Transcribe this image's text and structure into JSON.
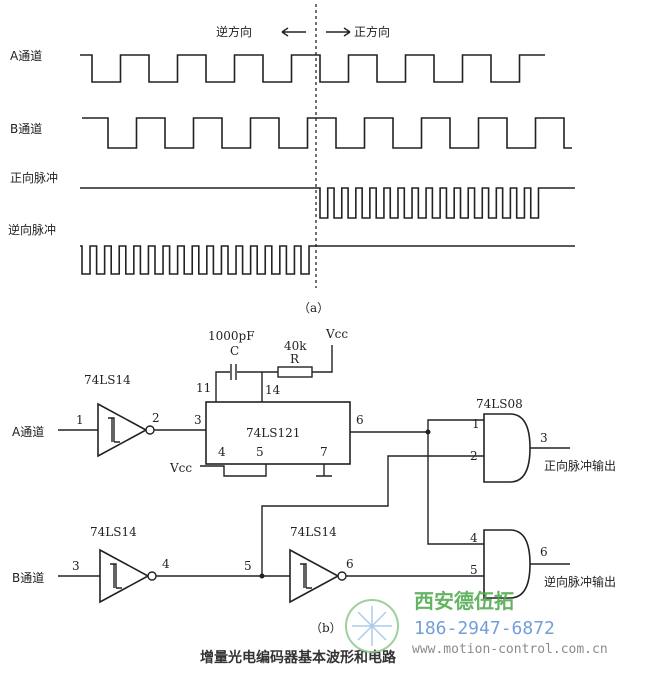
{
  "part_a": {
    "label": "（a）",
    "direction_reverse": "逆方向",
    "direction_forward": "正方向",
    "rows": [
      {
        "label": "A通道"
      },
      {
        "label": "B通道"
      },
      {
        "label": "正向脉冲"
      },
      {
        "label": "逆向脉冲"
      }
    ]
  },
  "part_b": {
    "label": "（b）",
    "input_a": "A通道",
    "input_b": "B通道",
    "inv1": "74LS14",
    "inv2": "74LS14",
    "inv3": "74LS14",
    "mono": "74LS121",
    "and_gate": "74LS08",
    "cap": "1000pF",
    "cap_name": "C",
    "res": "40k",
    "res_name": "R",
    "vcc": "Vcc",
    "out_forward": "正向脉冲输出",
    "out_reverse": "逆向脉冲输出",
    "pins": {
      "p1": "1",
      "p2": "2",
      "p3": "3",
      "p4": "4",
      "p5": "5",
      "p6": "6",
      "p7": "7",
      "p11": "11",
      "p14": "14"
    }
  },
  "caption": "增量光电编码器基本波形和电路",
  "watermark": {
    "name": "西安德伍拓",
    "phone": "186-2947-6872",
    "url": "www.motion-control.com.cn"
  }
}
